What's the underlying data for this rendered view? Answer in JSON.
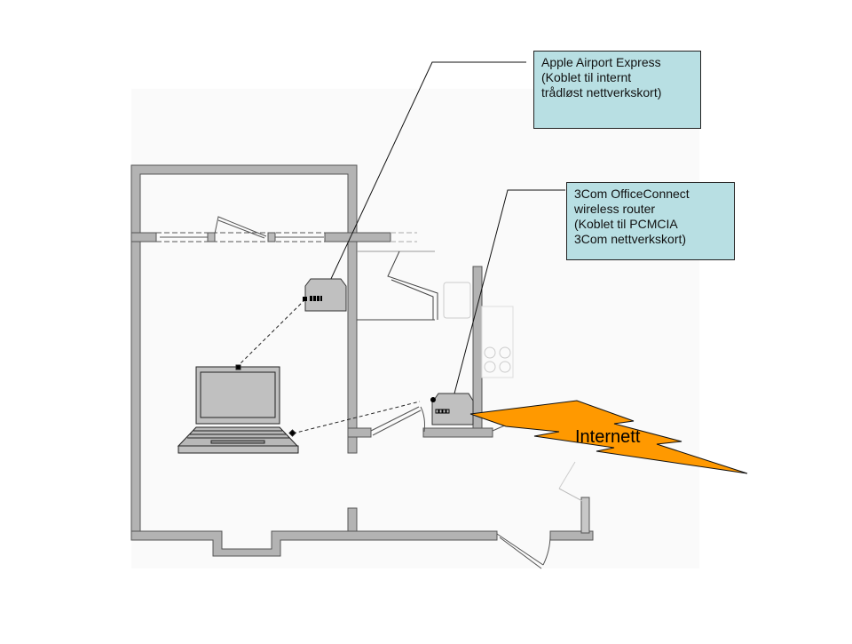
{
  "diagram": {
    "type": "network floor plan",
    "callouts": {
      "airport": {
        "lines": [
          "Apple Airport Express",
          "(Koblet til internt",
          "trådløst nettverkskort)"
        ]
      },
      "router": {
        "lines": [
          "3Com OfficeConnect",
          "wireless router",
          "(Koblet til PCMCIA",
          "3Com nettverkskort)"
        ]
      }
    },
    "internet": {
      "label": "Internett",
      "color": "#ff9900"
    },
    "devices": {
      "airport_express": {
        "ports_label": "IOOI"
      },
      "router": {
        "ports_label": "oooo"
      },
      "laptop": {
        "label": ""
      }
    },
    "colors": {
      "wall": "#b3b3b3",
      "wall_stroke": "#555555",
      "callout_fill": "#b8dfe3",
      "device_fill": "#c0c0c0",
      "background_panel": "#fafafa"
    }
  }
}
